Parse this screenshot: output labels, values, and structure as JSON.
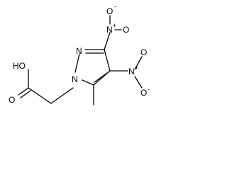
{
  "molecule": {
    "atoms": {
      "hydroxyl": "HO",
      "carbonyl_oxygen": "O",
      "ring_n1": "N",
      "ring_n2": "N",
      "nitro3_n": "N",
      "nitro3_o_minus": "O",
      "nitro3_o": "O",
      "nitro4_n": "N",
      "nitro4_o_minus": "O",
      "nitro4_o": "O"
    },
    "charges": {
      "nitro3_n": "+",
      "nitro3_o": "-",
      "nitro4_n": "+",
      "nitro4_o": "-"
    }
  }
}
